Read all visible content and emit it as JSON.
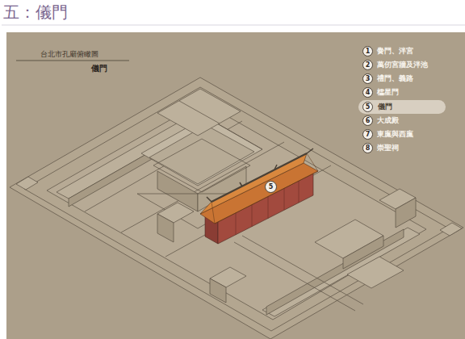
{
  "diagram": {
    "title": "五：儀門",
    "nodes": [
      {
        "text": [
          "1",
          "黌門、泮宮"
        ]
      },
      {
        "text": [
          "2",
          "萬仞宮牆及泮池"
        ]
      },
      {
        "text": [
          "3",
          "禮門、義路"
        ]
      },
      {
        "text": [
          "4",
          "櫺星門"
        ]
      },
      {
        "text": [
          "儀門"
        ]
      },
      {
        "text": [
          "5"
        ],
        "in": 4
      },
      {
        "text": [
          "6",
          "大成殿"
        ]
      },
      {
        "text": [
          "7",
          "東廡與西廡"
        ]
      },
      {
        "text": [
          "8",
          "崇聖祠"
        ]
      },
      {
        "text": [
          "5"
        ]
      }
    ],
    "labels": [
      "台北市孔廟俯瞰圖",
      "儀門"
    ]
  }
}
